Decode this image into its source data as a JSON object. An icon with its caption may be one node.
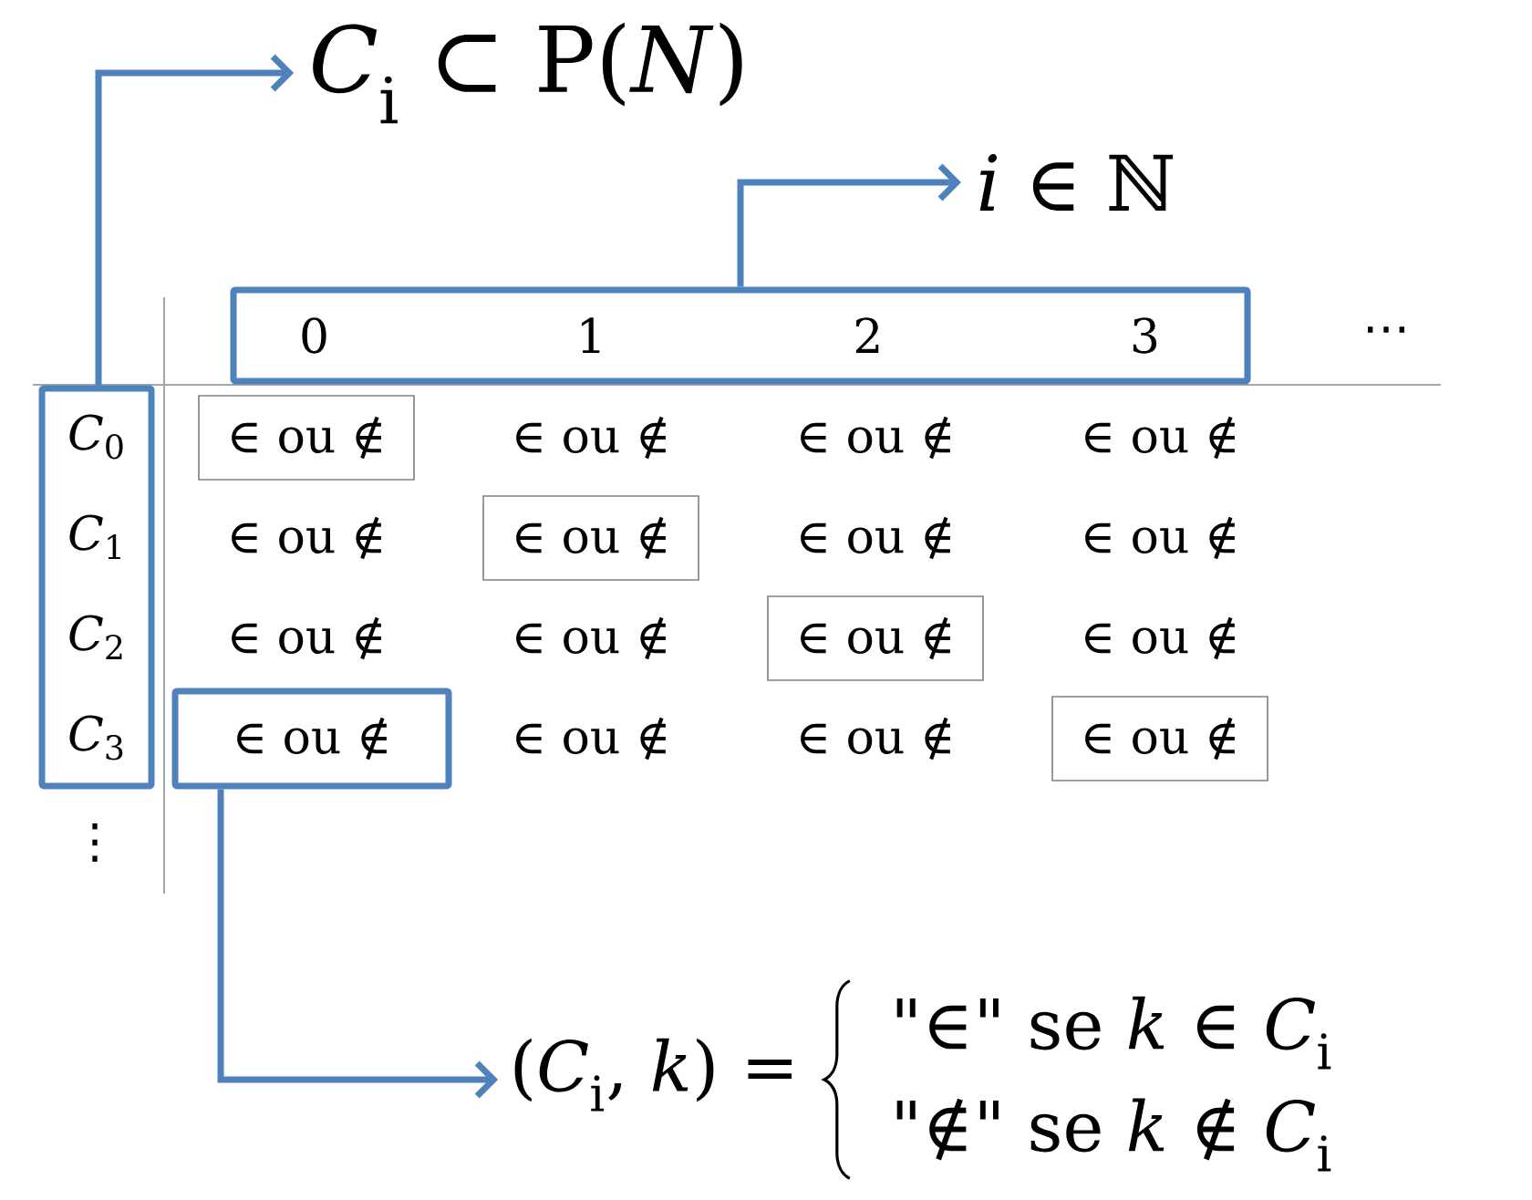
{
  "diagram": {
    "nodes": [
      {
        "text": [
          "0",
          "1",
          "2",
          "3"
        ]
      },
      {
        "text": [
          "*C*$_{0}$",
          "*C*$_{1}$",
          "*C*$_{2}$",
          "*C*$_{3}$"
        ]
      },
      {
        "text": [
          "∈ ou ∉"
        ]
      },
      {
        "text": [
          "*C*$_{i}$ ⊂ P(*N*)"
        ]
      },
      {
        "text": [
          "*i* ∈ ℕ"
        ]
      },
      {
        "text": [
          "(*C*$_{i}$, *k*) =",
          "\"∈\" se *k* ∈ *C*$_{i}$",
          "\"∉\" se *k* ∉ *C*$_{i}$"
        ]
      }
    ],
    "edges": [
      {
        "from": 1,
        "to": 3,
        "arrow": "to"
      },
      {
        "from": 0,
        "to": 4,
        "arrow": "to"
      },
      {
        "from": 2,
        "to": 5,
        "arrow": "to"
      }
    ],
    "labels": [
      "⋯",
      "∈ ou ∉",
      "∈ ou ∉",
      "∈ ou ∉",
      "∈ ou ∉",
      "∈ ou ∉",
      "∈ ou ∉",
      "∈ ou ∉",
      "∈ ou ∉",
      "∈ ou ∉",
      "∈ ou ∉",
      "∈ ou ∉",
      "∈ ou ∉",
      "∈ ou ∉",
      "∈ ou ∉",
      "∈ ou ∉",
      "⋮"
    ]
  }
}
